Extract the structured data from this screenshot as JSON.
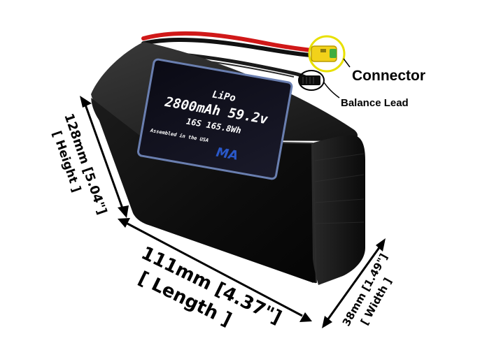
{
  "callouts": {
    "connector": "Connector",
    "balance_lead": "Balance Lead"
  },
  "sticker": {
    "chemistry": "LiPo",
    "capacity_voltage": "2800mAh 59.2v",
    "config_energy": "16S 165.8Wh",
    "assembled": "Assembled in the USA",
    "logo": "MA"
  },
  "dimensions": {
    "height_value": "128mm [5.04\"]",
    "height_label": "[ Height ]",
    "length_value": "111mm [4.37\"]",
    "length_label": "[ Length ]",
    "width_value": "38mm [1.49\"]",
    "width_label": "[ Width ]"
  },
  "colors": {
    "battery_body": "#111111",
    "wire_red": "#d01818",
    "connector_yellow": "#f2d21a",
    "highlight_ring": "#e8e000",
    "sticker_border": "#6a7fb0"
  }
}
